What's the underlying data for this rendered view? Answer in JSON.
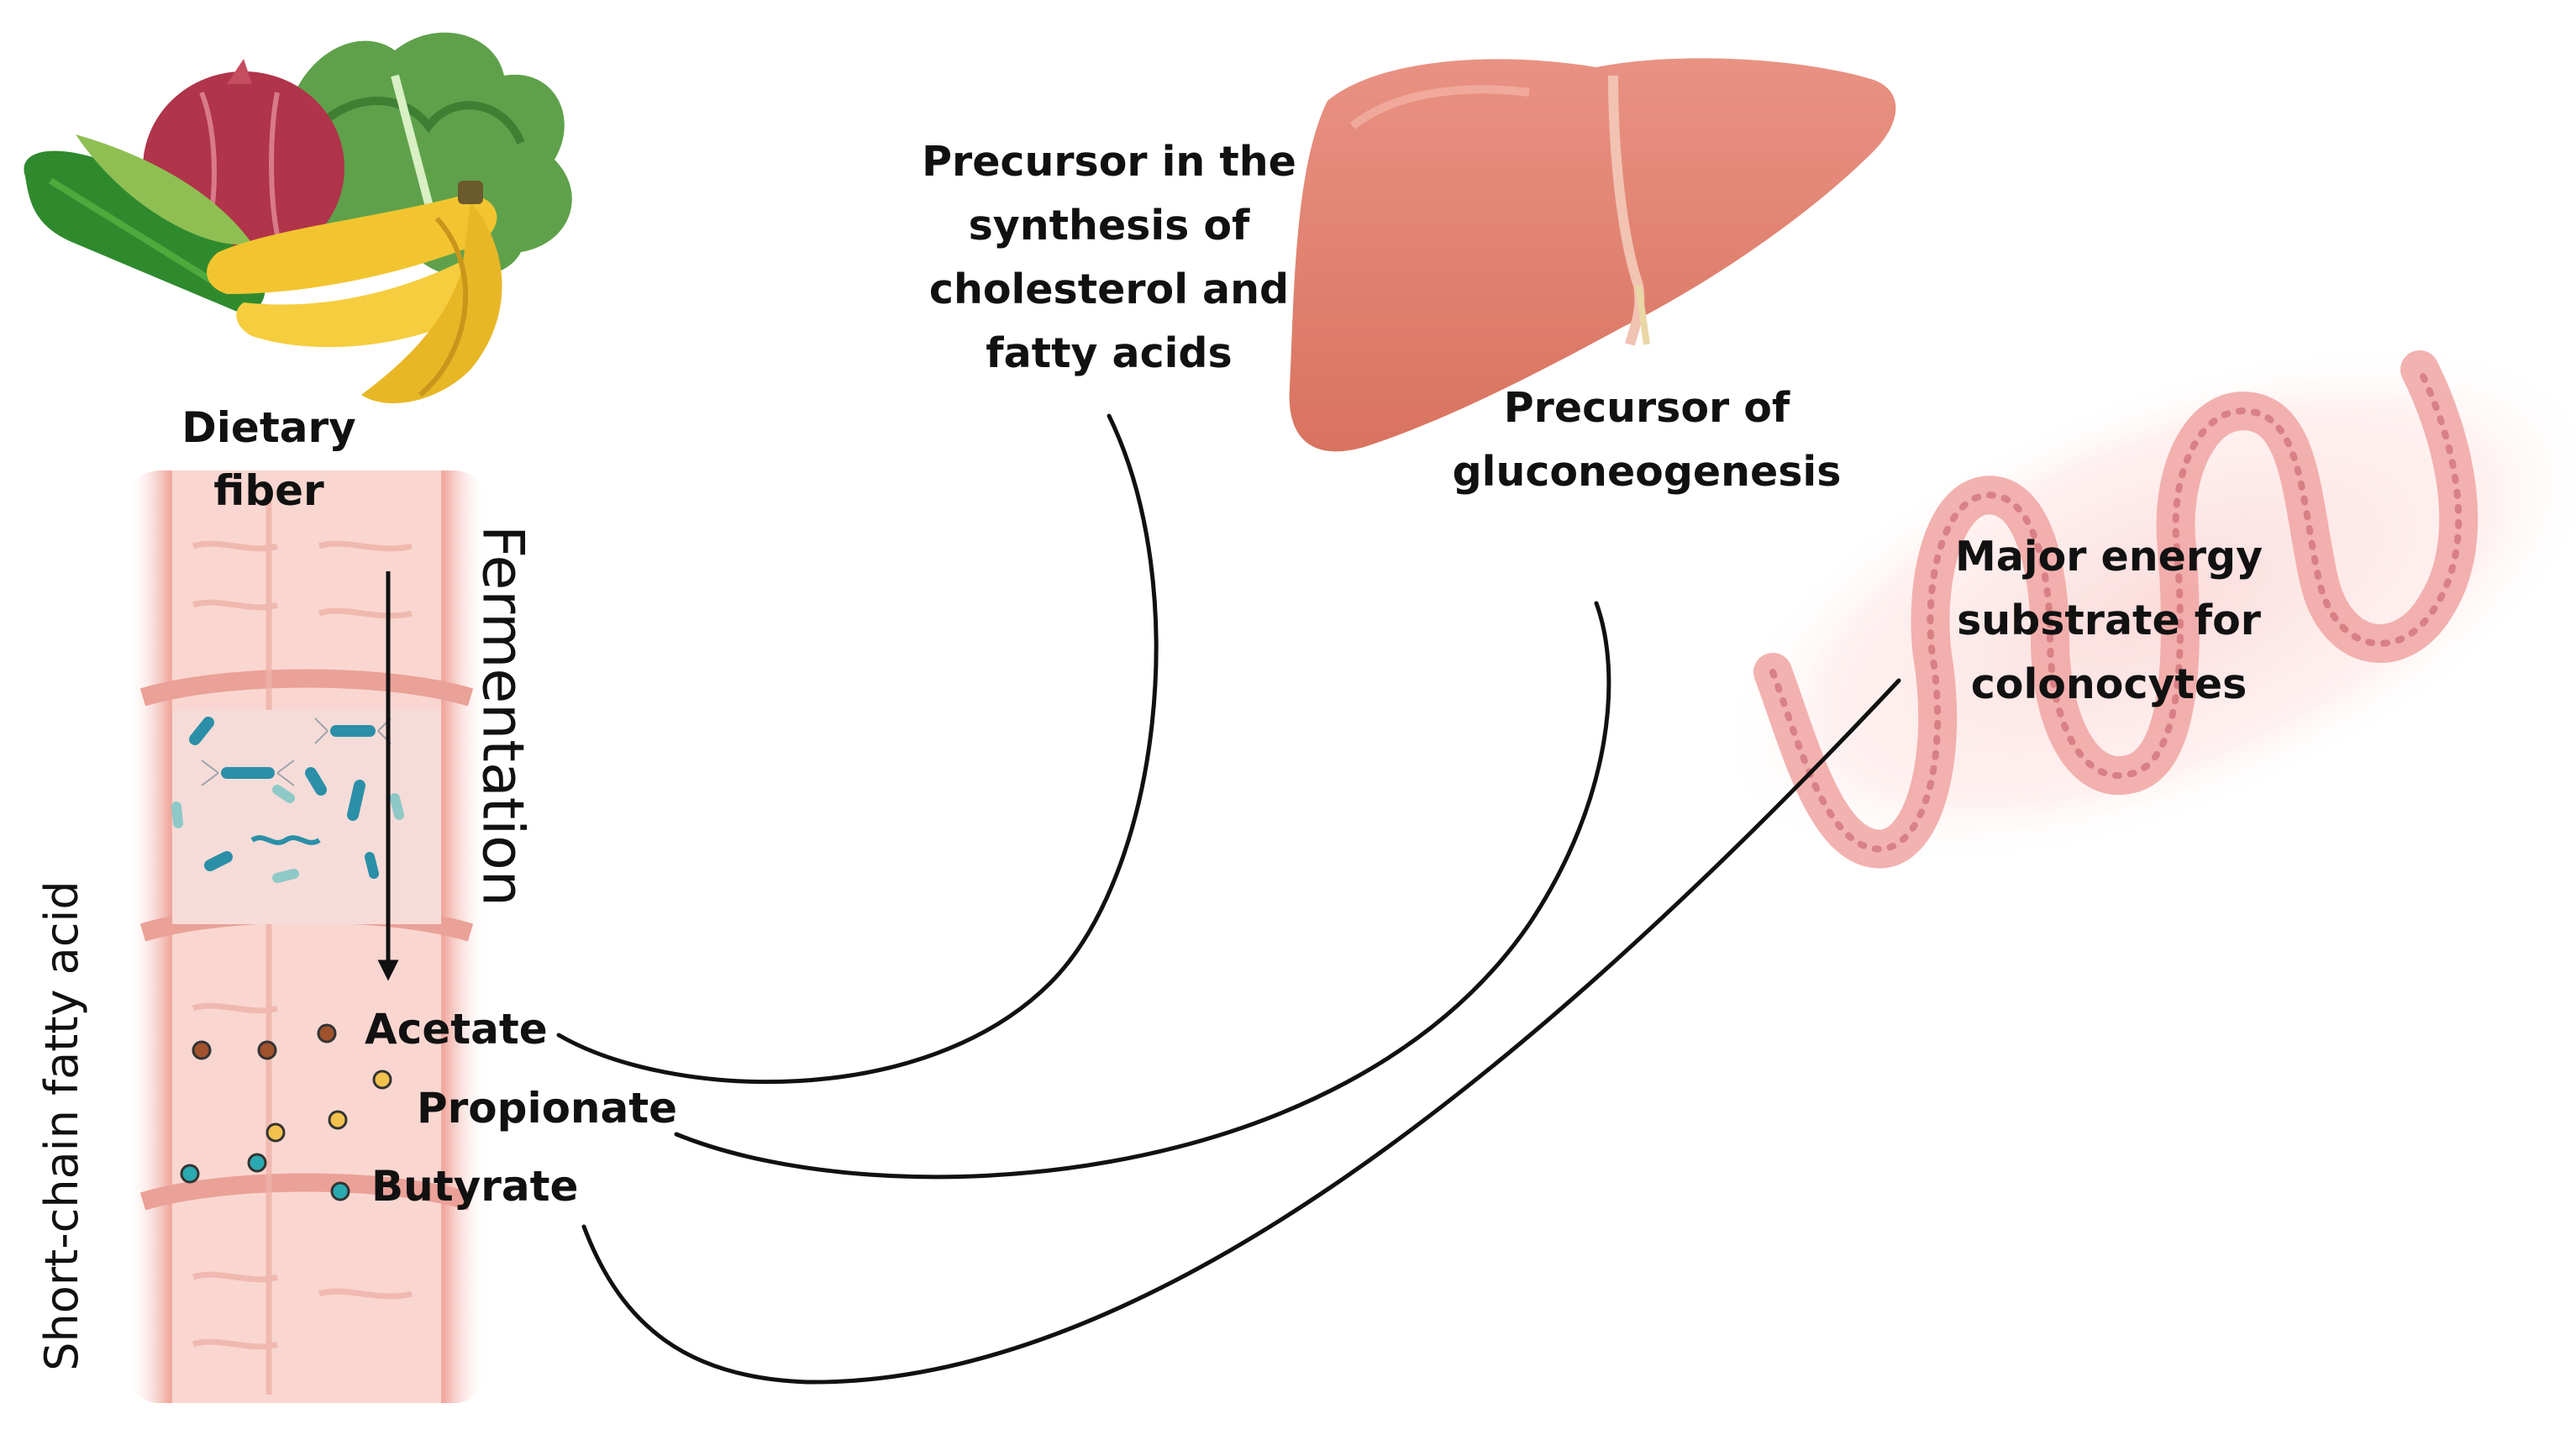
{
  "diagram": {
    "dietary_fiber": "Dietary fiber",
    "fermentation": "Fermentation",
    "short_chain_fatty_acid": "Short-chain fatty acid",
    "acetate": "Acetate",
    "propionate": "Propionate",
    "butyrate": "Butyrate",
    "acetate_role": "Precursor in the synthesis of cholesterol and fatty acids",
    "propionate_role": "Precursor of gluconeogenesis",
    "butyrate_role": "Major energy substrate for colonocytes"
  },
  "colors": {
    "intestine_wall": "#f3b3ab",
    "intestine_inner": "#f8d2cb",
    "liver": "#e07f6f",
    "villi": "#f2a7a5",
    "acetate_dot": "#a0522d",
    "propionate_dot": "#f2c14e",
    "butyrate_dot": "#2aa9b0",
    "bacteria": "#2b8fa8",
    "connector": "#111111"
  },
  "icons": [
    "vegetables-icon",
    "intestine-icon",
    "bacteria-icon",
    "liver-icon",
    "colon-villi-icon"
  ]
}
